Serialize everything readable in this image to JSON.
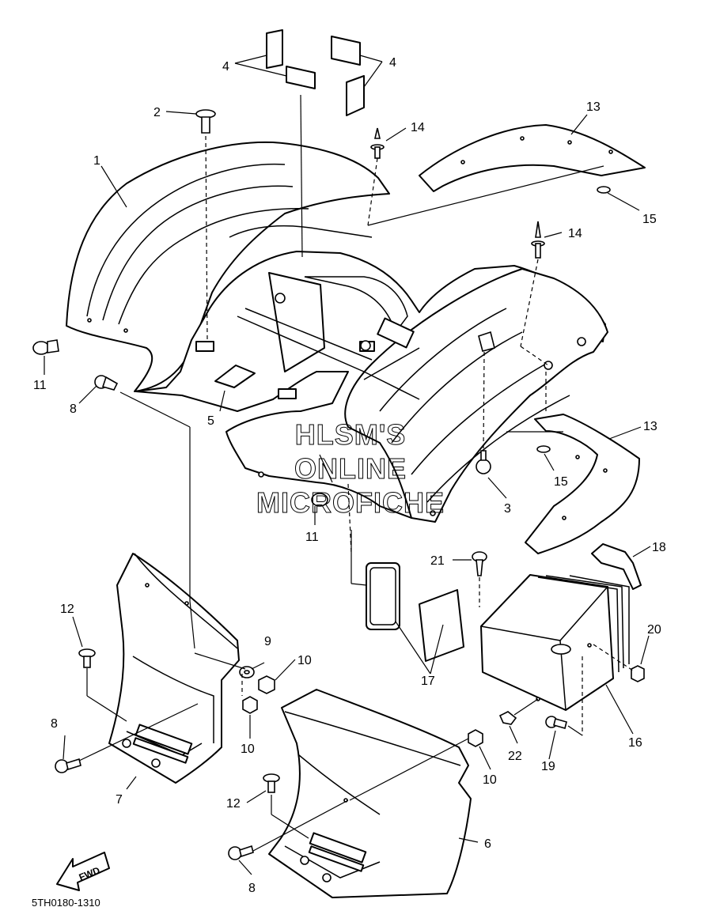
{
  "watermark": {
    "line1": "HLSM'S",
    "line2": "ONLINE",
    "line3": "MICROFICHE"
  },
  "fwd_label": "FWD",
  "drawing_code": "5TH0180-1310",
  "callouts": {
    "n1": "1",
    "n2": "2",
    "n3": "3",
    "n4a": "4",
    "n4b": "4",
    "n5": "5",
    "n6": "6",
    "n7": "7",
    "n8a": "8",
    "n8b": "8",
    "n8c": "8",
    "n9": "9",
    "n10a": "10",
    "n10b": "10",
    "n10c": "10",
    "n11a": "11",
    "n11b": "11",
    "n12a": "12",
    "n12b": "12",
    "n13a": "13",
    "n13b": "13",
    "n14a": "14",
    "n14b": "14",
    "n15a": "15",
    "n15b": "15",
    "n16": "16",
    "n17": "17",
    "n18": "18",
    "n19": "19",
    "n20": "20",
    "n21": "21",
    "n22": "22"
  }
}
